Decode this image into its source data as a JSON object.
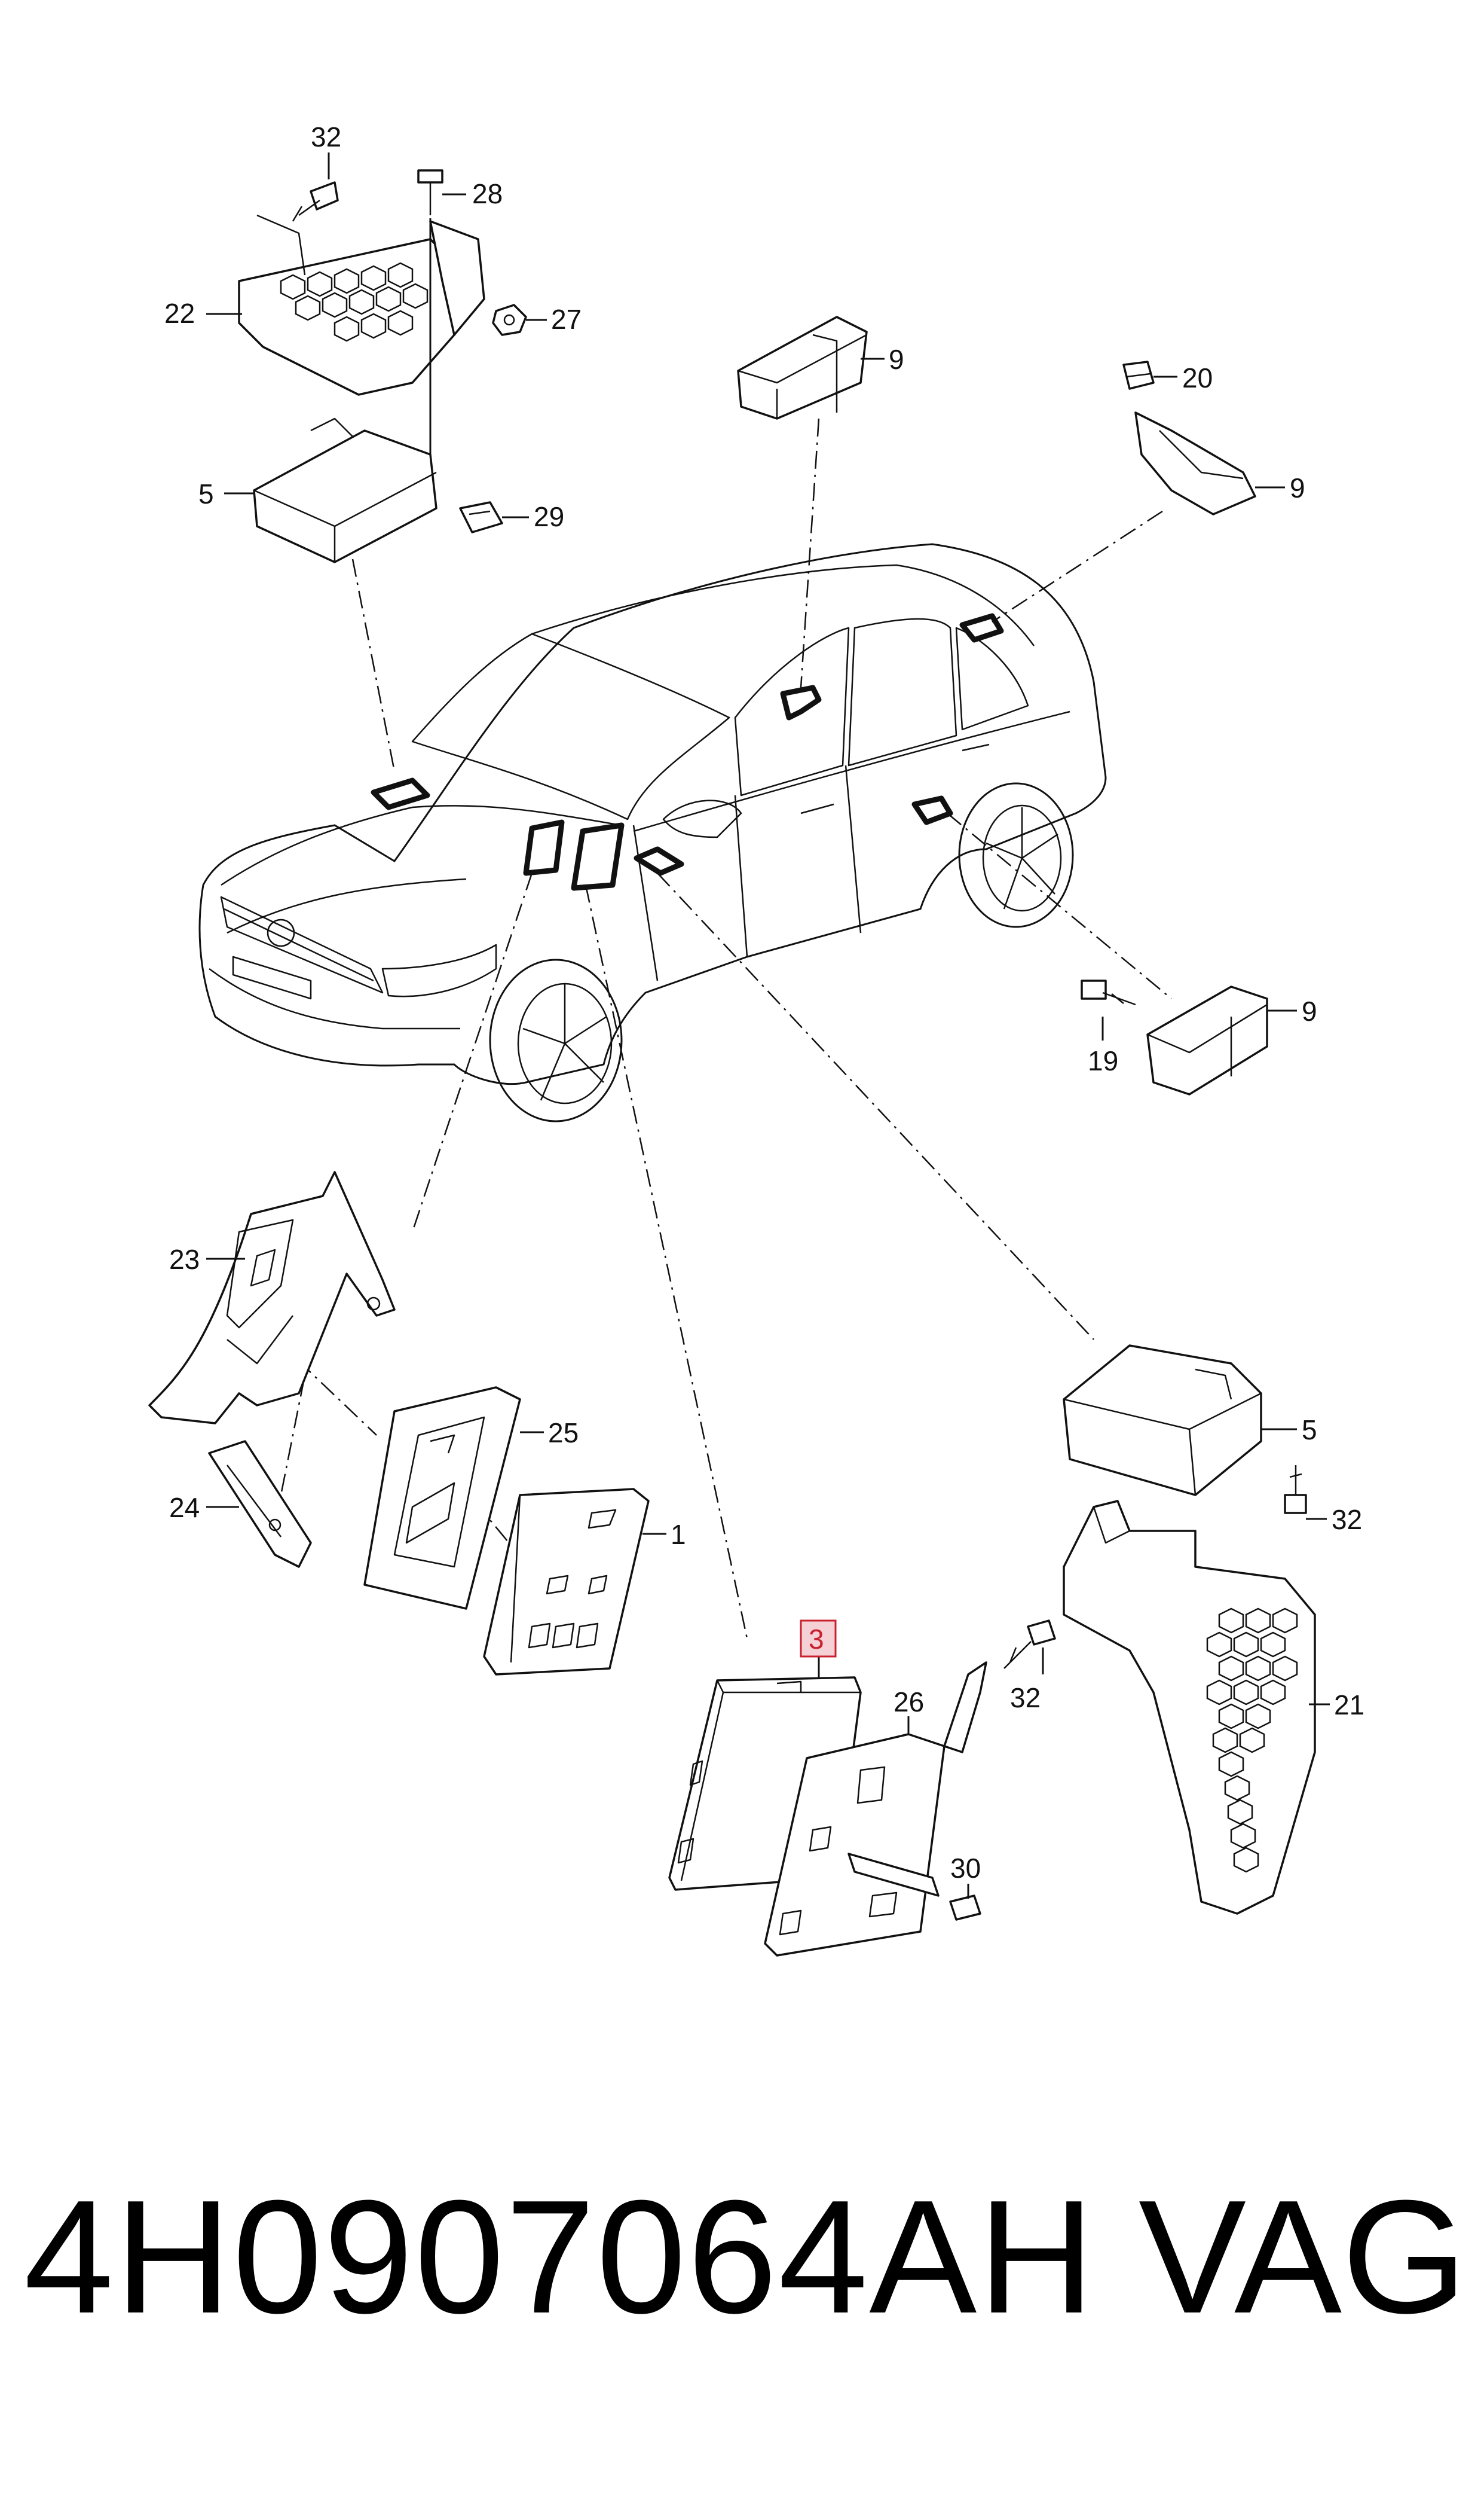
{
  "footer": {
    "part_number": "4H0907064AH",
    "brand": "VAG"
  },
  "callouts": {
    "c32_top": "32",
    "c28": "28",
    "c22": "22",
    "c27": "27",
    "c5_top": "5",
    "c29": "29",
    "c9_top_center": "9",
    "c20": "20",
    "c9_top_right": "9",
    "c19": "19",
    "c9_mid_right": "9",
    "c23": "23",
    "c25": "25",
    "c24": "24",
    "c1": "1",
    "c5_right": "5",
    "c32_right": "32",
    "c3": "3",
    "c26": "26",
    "c32_mid": "32",
    "c21": "21",
    "c30": "30"
  },
  "highlighted_callout": "3"
}
